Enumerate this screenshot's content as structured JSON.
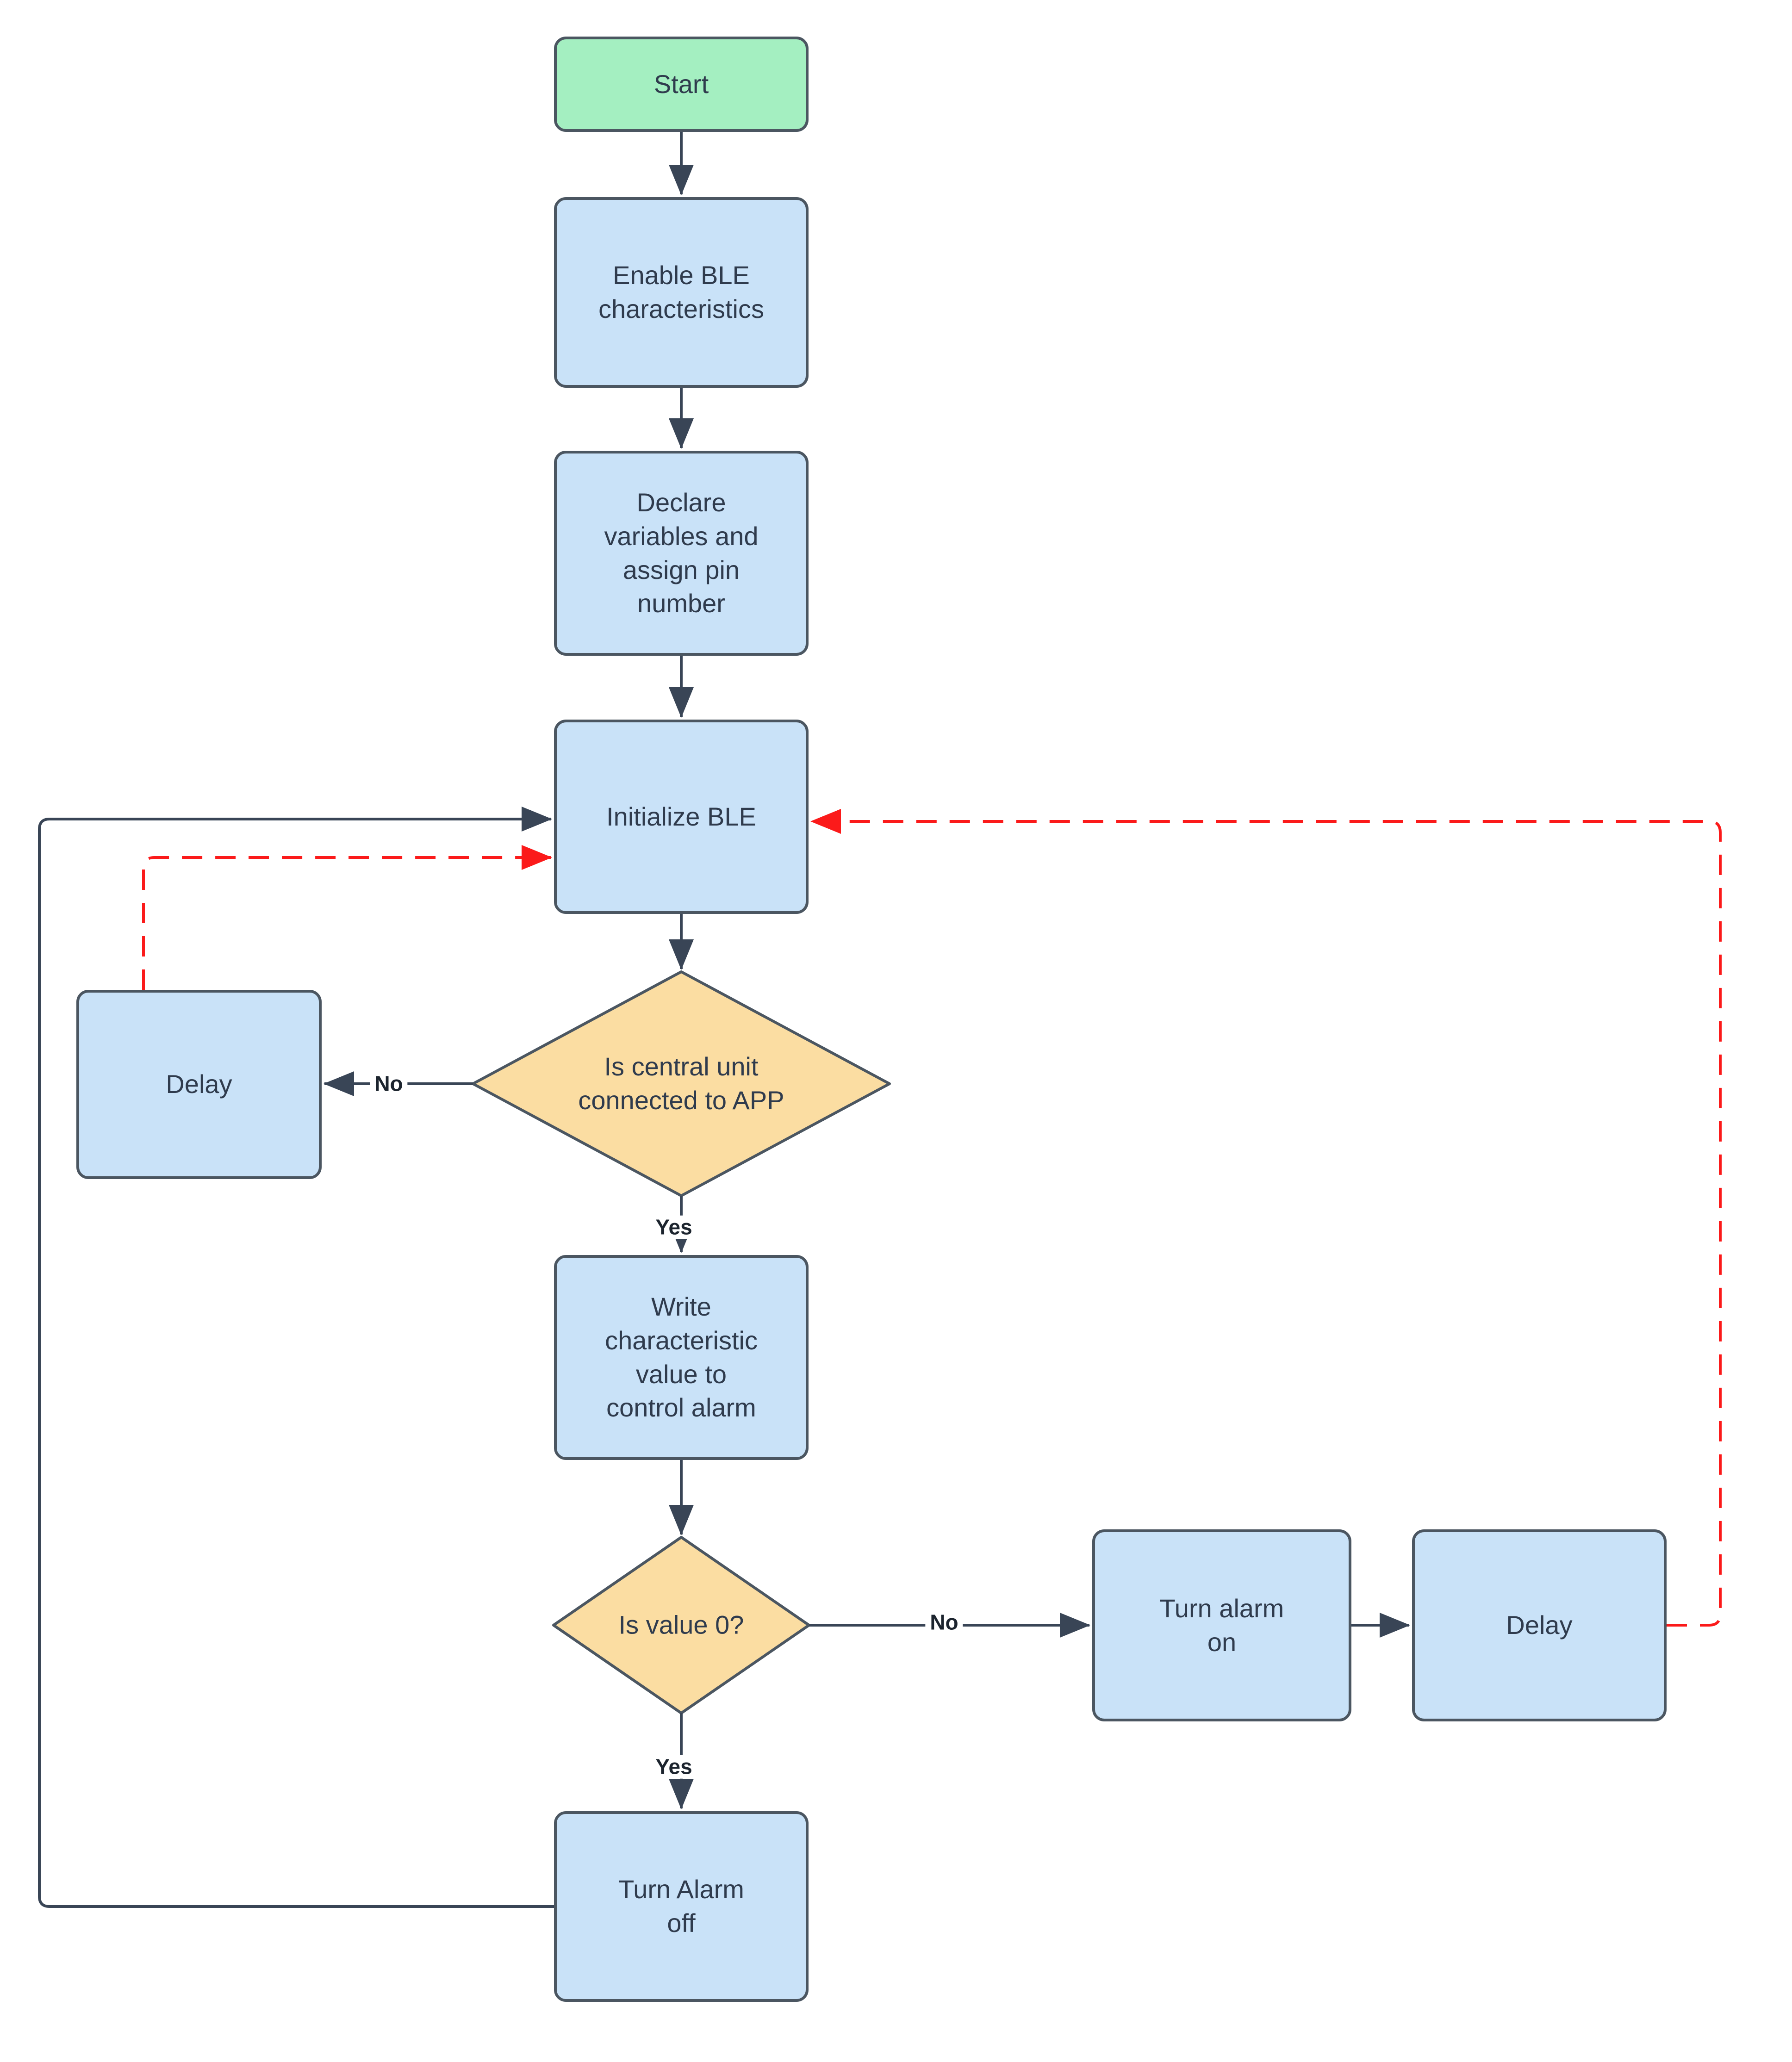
{
  "diagram": {
    "background": "#ffffff",
    "colors": {
      "background": "#ffffff",
      "terminator_fill": "#a4efc1",
      "process_fill": "#c9e2f8",
      "decision_fill": "#fbdda2",
      "border": "#4b5661",
      "connector": "#394556",
      "loop_connector": "#fb1a1a",
      "text": "#2f3b4d",
      "label_text": "#1c242e"
    },
    "nodes": {
      "start": {
        "type": "terminator",
        "label": "Start"
      },
      "enable_ble": {
        "type": "process",
        "label": "Enable BLE\ncharacteristics"
      },
      "declare_vars": {
        "type": "process",
        "label": "Declare\nvariables and\nassign pin\nnumber"
      },
      "initialize_ble": {
        "type": "process",
        "label": "Initialize BLE"
      },
      "is_connected": {
        "type": "decision",
        "label": "Is central unit\nconnected to APP"
      },
      "delay_left": {
        "type": "process",
        "label": "Delay"
      },
      "write_characteristic": {
        "type": "process",
        "label": "Write\ncharacteristic\nvalue to\ncontrol alarm"
      },
      "is_value_0": {
        "type": "decision",
        "label": "Is value 0?"
      },
      "turn_alarm_on": {
        "type": "process",
        "label": "Turn alarm\non"
      },
      "delay_right": {
        "type": "process",
        "label": "Delay"
      },
      "turn_alarm_off": {
        "type": "process",
        "label": "Turn Alarm\noff"
      }
    },
    "edges": [
      {
        "from": "start",
        "to": "enable_ble",
        "label": "",
        "style": "solid"
      },
      {
        "from": "enable_ble",
        "to": "declare_vars",
        "label": "",
        "style": "solid"
      },
      {
        "from": "declare_vars",
        "to": "initialize_ble",
        "label": "",
        "style": "solid"
      },
      {
        "from": "initialize_ble",
        "to": "is_connected",
        "label": "",
        "style": "solid"
      },
      {
        "from": "is_connected",
        "to": "delay_left",
        "label": "No",
        "style": "solid"
      },
      {
        "from": "is_connected",
        "to": "write_characteristic",
        "label": "Yes",
        "style": "solid"
      },
      {
        "from": "write_characteristic",
        "to": "is_value_0",
        "label": "",
        "style": "solid"
      },
      {
        "from": "is_value_0",
        "to": "turn_alarm_on",
        "label": "No",
        "style": "solid"
      },
      {
        "from": "is_value_0",
        "to": "turn_alarm_off",
        "label": "Yes",
        "style": "solid"
      },
      {
        "from": "turn_alarm_on",
        "to": "delay_right",
        "label": "",
        "style": "solid"
      },
      {
        "from": "turn_alarm_off",
        "to": "initialize_ble",
        "label": "",
        "style": "solid-loop"
      },
      {
        "from": "delay_left",
        "to": "initialize_ble",
        "label": "",
        "style": "red-dashed"
      },
      {
        "from": "delay_right",
        "to": "initialize_ble",
        "label": "",
        "style": "red-dashed"
      }
    ]
  }
}
